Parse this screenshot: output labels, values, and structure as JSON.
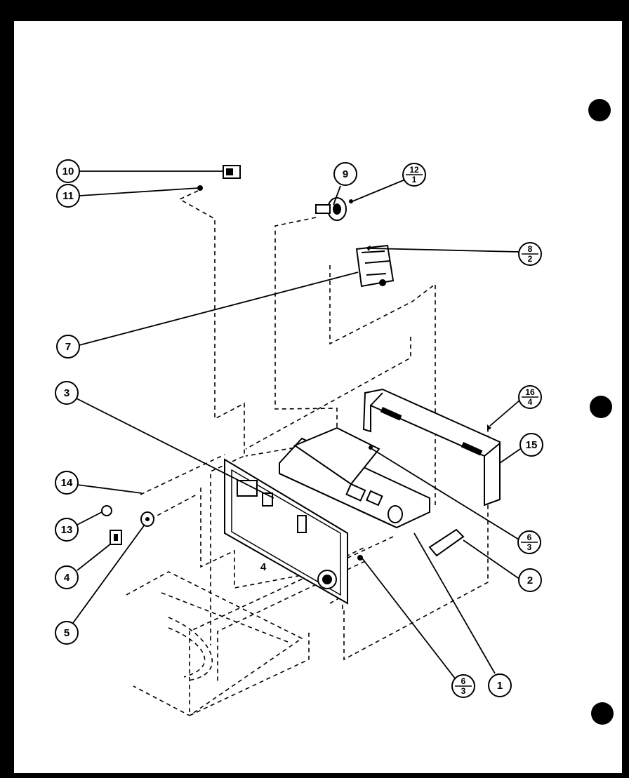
{
  "diagram": {
    "callouts": [
      {
        "id": "c10",
        "text": "10"
      },
      {
        "id": "c11",
        "text": "11"
      },
      {
        "id": "c9",
        "text": "9"
      },
      {
        "id": "c12",
        "top": "12",
        "bottom": "1"
      },
      {
        "id": "c8",
        "top": "8",
        "bottom": "2"
      },
      {
        "id": "c7",
        "text": "7"
      },
      {
        "id": "c3",
        "text": "3"
      },
      {
        "id": "c16",
        "top": "16",
        "bottom": "4"
      },
      {
        "id": "c15",
        "text": "15"
      },
      {
        "id": "c14",
        "text": "14"
      },
      {
        "id": "c13",
        "text": "13"
      },
      {
        "id": "c6a",
        "top": "6",
        "bottom": "3"
      },
      {
        "id": "c4",
        "text": "4"
      },
      {
        "id": "c2",
        "text": "2"
      },
      {
        "id": "c5",
        "text": "5"
      },
      {
        "id": "c6b",
        "top": "6",
        "bottom": "3"
      },
      {
        "id": "c1",
        "text": "1"
      }
    ],
    "inline_label": "4"
  }
}
